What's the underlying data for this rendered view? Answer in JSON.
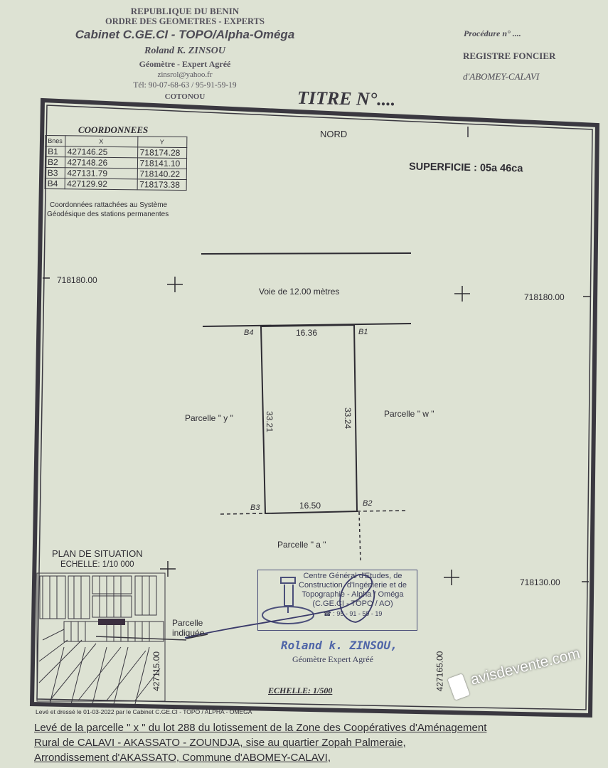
{
  "header": {
    "line1": "REPUBLIQUE DU BENIN",
    "line2": "ORDRE DES GEOMETRES - EXPERTS",
    "cabinet": "Cabinet C.GE.CI - TOPO/Alpha-Oméga",
    "name": "Roland K. ZINSOU",
    "role": "Géomètre - Expert Agréé",
    "email": "zinsrol@yahoo.fr",
    "phone": "Tél: 90-07-68-63 / 95-91-59-19",
    "city": "COTONOU"
  },
  "registry": {
    "procedure": "Procédure n° ....",
    "registre": "REGISTRE FONCIER",
    "commune": "d'ABOMEY-CALAVI"
  },
  "title": "TITRE N°....",
  "nord": "NORD",
  "superficie": "SUPERFICIE : 05a 46ca",
  "coordinates": {
    "title": "COORDONNEES",
    "headers": [
      "Bnes",
      "X",
      "Y"
    ],
    "rows": [
      [
        "B1",
        "427146.25",
        "718174.28"
      ],
      [
        "B2",
        "427148.26",
        "718141.10"
      ],
      [
        "B3",
        "427131.79",
        "718140.22"
      ],
      [
        "B4",
        "427129.92",
        "718173.38"
      ]
    ],
    "note1": "Coordonnées rattachées au Système",
    "note2": "Géodésique des stations permanentes"
  },
  "plan": {
    "grid_y_top_left": "718180.00",
    "grid_y_top_right": "718180.00",
    "grid_y_bottom_right": "718130.00",
    "grid_x_left": "427115.00",
    "grid_x_right": "427165.00",
    "road": "Voie de 12.00 mètres",
    "corners": {
      "b1": "B1",
      "b2": "B2",
      "b3": "B3",
      "b4": "B4"
    },
    "sides": {
      "top": "16.36",
      "bottom": "16.50",
      "left": "33.21",
      "right": "33.24"
    },
    "parcel_y": "Parcelle \" y \"",
    "parcel_w": "Parcelle \" w \"",
    "parcel_a": "Parcelle \" a \"",
    "scale": "ECHELLE: 1/500"
  },
  "situation": {
    "title": "PLAN DE SITUATION",
    "scale": "ECHELLE: 1/10 000",
    "label1": "Parcelle",
    "label2": "indiquée"
  },
  "stamp": {
    "text": "Centre Général d'Etudes, de Construction, d'Ingénierie et de Topographie - Alpha / Oméga (C.GE.CI - TOPO / AO)",
    "phone": "☎ : 95 - 91 - 59 - 19",
    "name": "Roland k. ZINSOU,",
    "role": "Géomètre Expert Agréé"
  },
  "footer": {
    "drawn": "Levé et dressé le 01-03-2022 par le Cabinet C.GE.CI - TOPO / ALPHA - OMEGA",
    "line1": "Levé de la parcelle \" x \" du lot 288 du lotissement de la Zone des Coopératives d'Aménagement",
    "line2": "Rural de CALAVI - AKASSATO - ZOUNDJA, sise au quartier Zopah Palmeraie,",
    "line3": "Arrondissement d'AKASSATO, Commune  d'ABOMEY-CALAVI,"
  },
  "watermark": "avisdevente.com",
  "colors": {
    "paper": "#dde2d3",
    "ink": "#2e2c33",
    "stamp": "#4b4f7a"
  }
}
